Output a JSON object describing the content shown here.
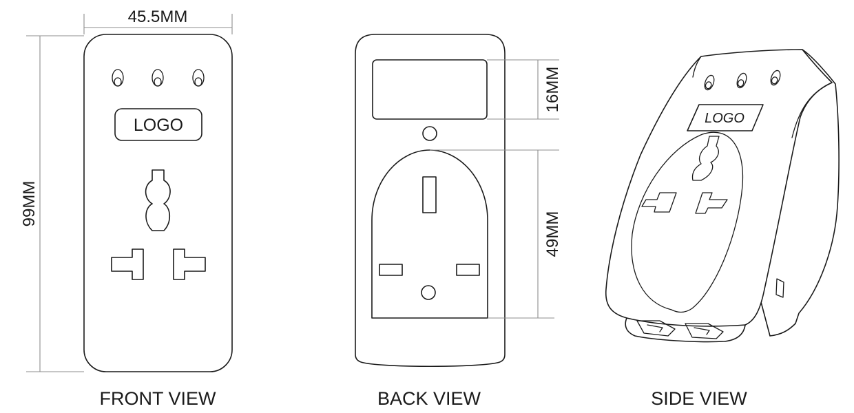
{
  "dimensions": {
    "front_width": "45.5MM",
    "front_height": "99MM",
    "back_window": "16MM",
    "back_socket": "49MM"
  },
  "labels": {
    "logo_front": "LOGO",
    "logo_side": "LOGO"
  },
  "views": {
    "front": "FRONT VIEW",
    "back": "BACK VIEW",
    "side": "SIDE VIEW"
  }
}
